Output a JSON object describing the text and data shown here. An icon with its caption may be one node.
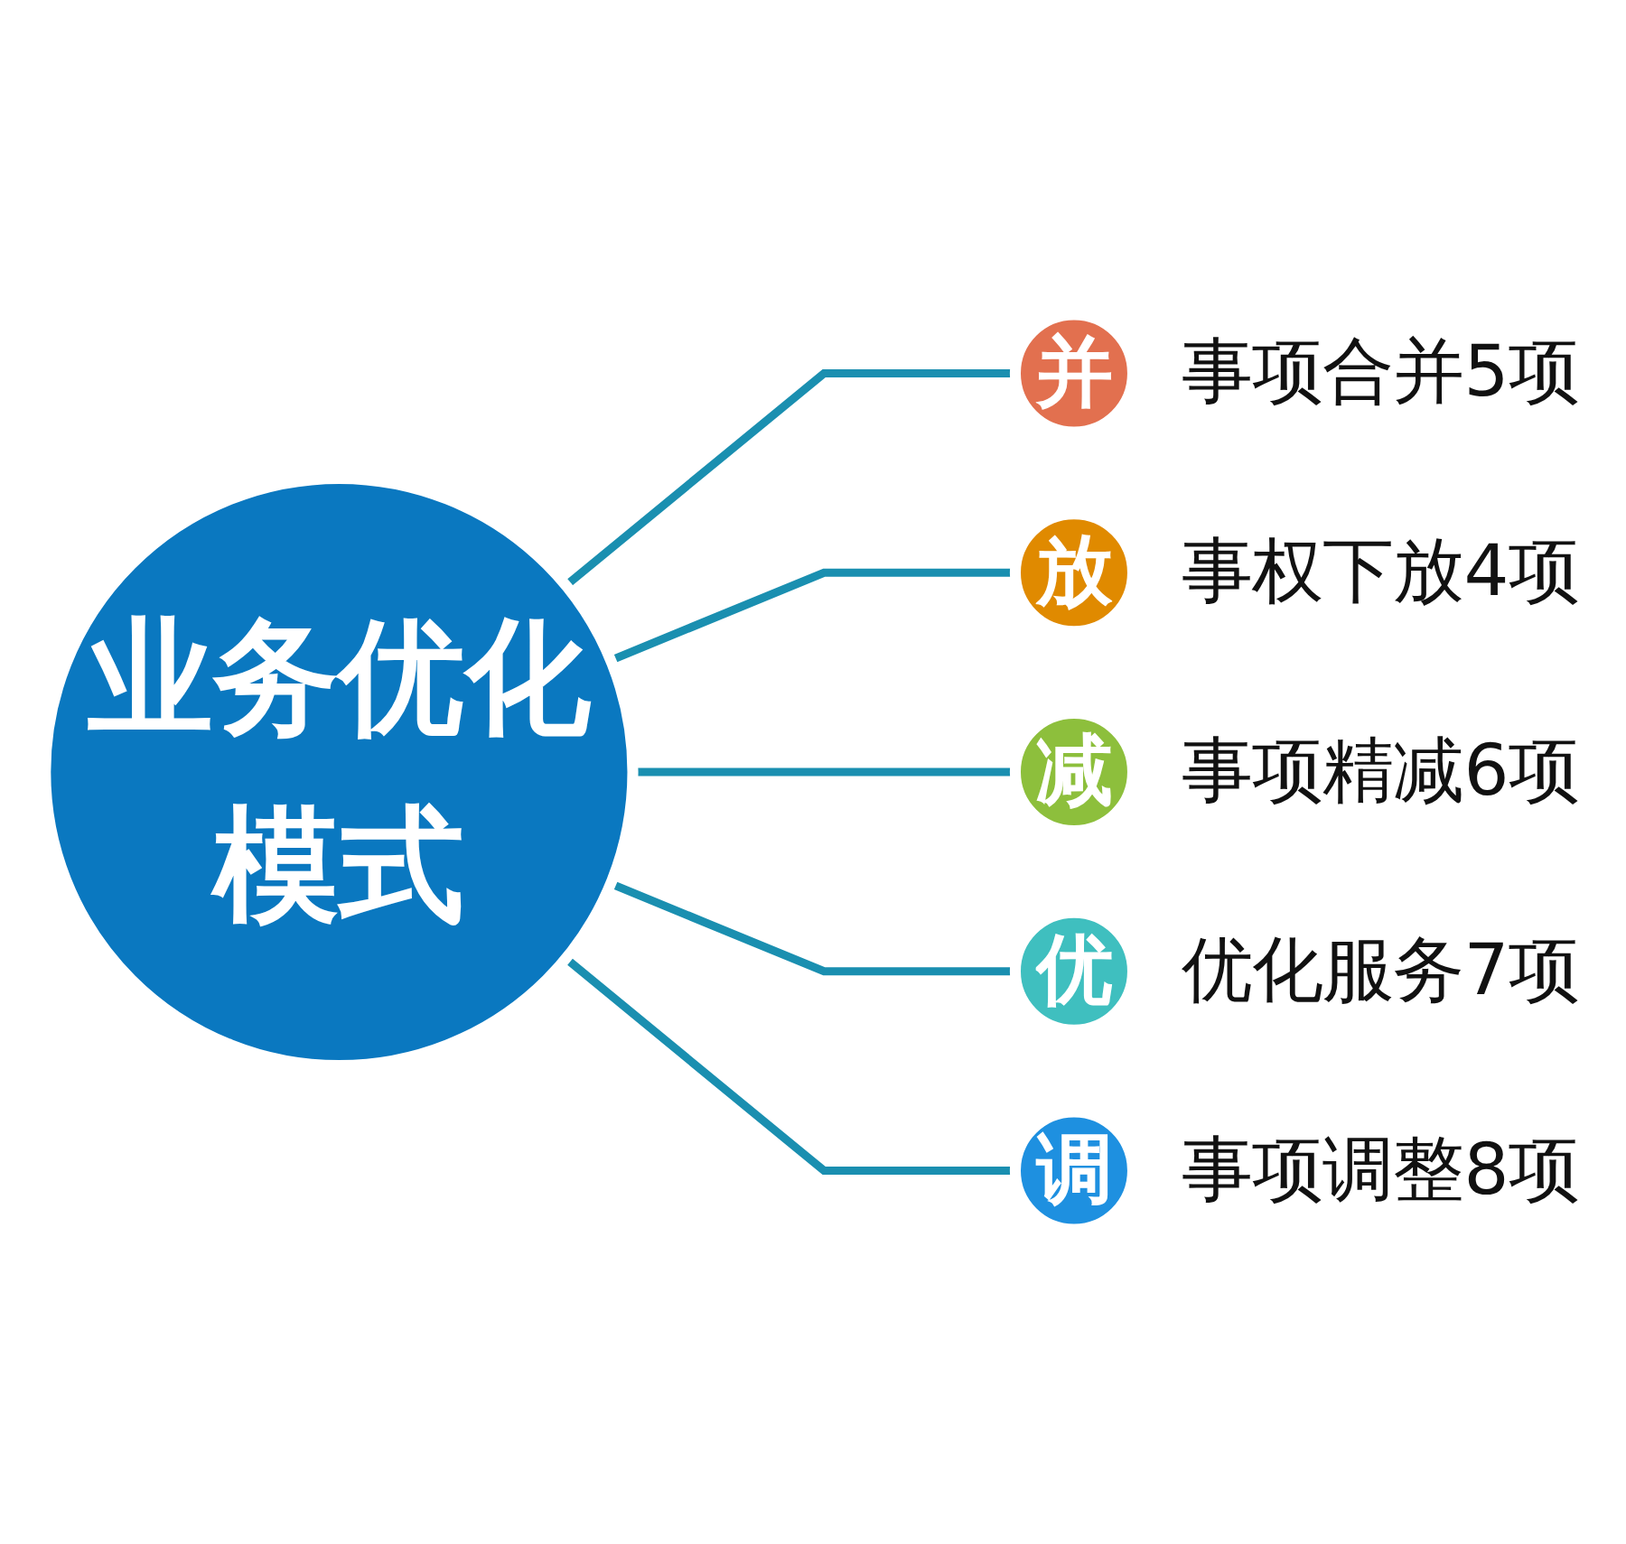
{
  "diagram": {
    "nodes": [
      {
        "text": [
          "业务优化模式"
        ]
      },
      {
        "text": [
          "并"
        ],
        "beside": [
          "事项合并5项"
        ]
      },
      {
        "text": [
          "放"
        ],
        "beside": [
          "事权下放4项"
        ]
      },
      {
        "text": [
          "减"
        ],
        "beside": [
          "事项精减6项"
        ]
      },
      {
        "text": [
          "优"
        ],
        "beside": [
          "优化服务7项"
        ]
      },
      {
        "text": [
          "调"
        ],
        "beside": [
          "事项调整8项"
        ]
      }
    ],
    "edges": [
      {
        "from": 0,
        "to": 1,
        "arrow": "none"
      },
      {
        "from": 0,
        "to": 2,
        "arrow": "none"
      },
      {
        "from": 0,
        "to": 3,
        "arrow": "none"
      },
      {
        "from": 0,
        "to": 4,
        "arrow": "none"
      },
      {
        "from": 0,
        "to": 5,
        "arrow": "none"
      }
    ]
  }
}
